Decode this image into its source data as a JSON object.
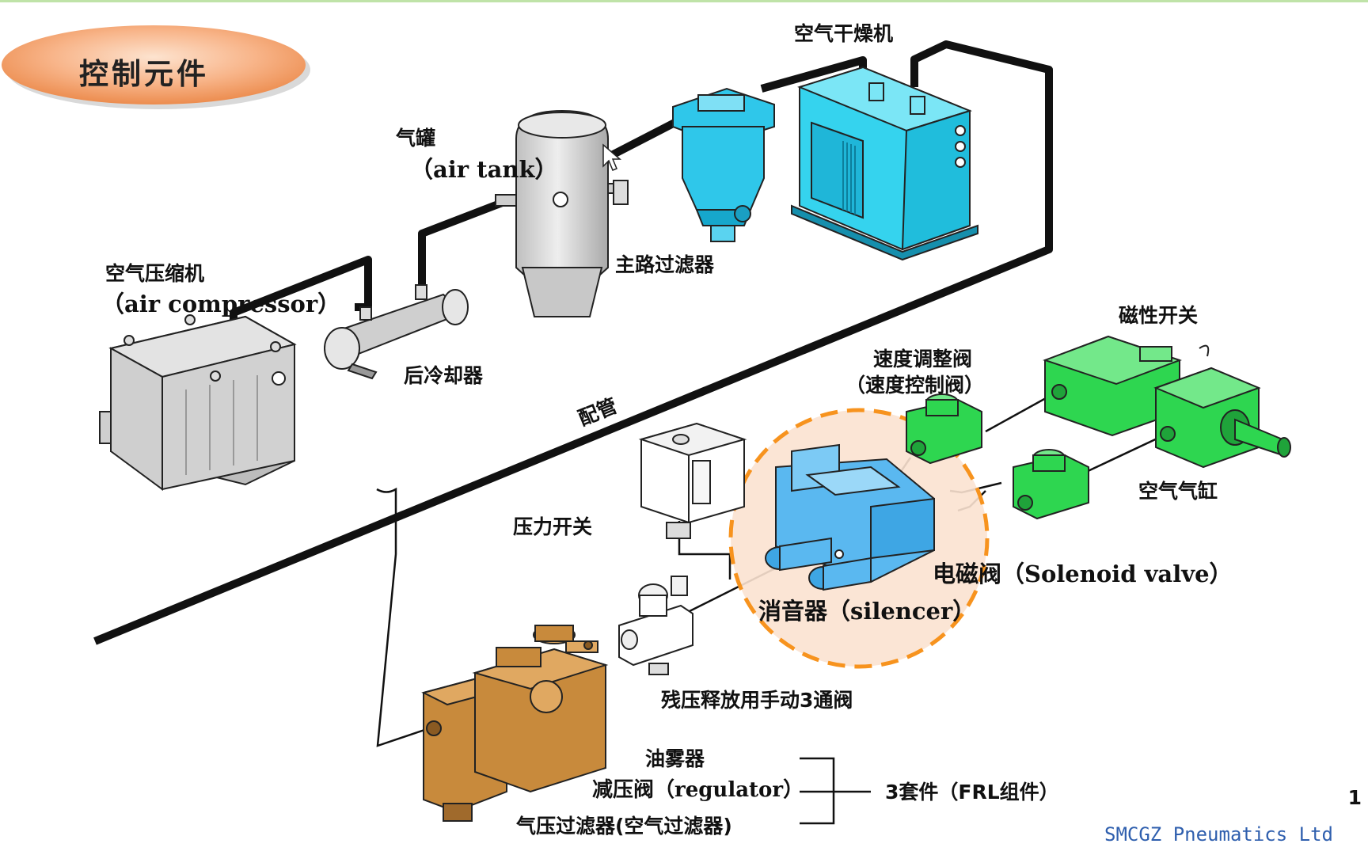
{
  "title": "控制元件",
  "labels": {
    "air_dryer": "空气干燥机",
    "air_tank_cn": "气罐",
    "air_tank_en": "（air tank）",
    "main_filter": "主路过滤器",
    "compressor_cn": "空气压缩机",
    "compressor_en": "（air compressor）",
    "aftercooler": "后冷却器",
    "piping": "配管",
    "magnetic_switch": "磁性开关",
    "speed_valve_1": "速度调整阀",
    "speed_valve_2": "（速度控制阀）",
    "air_cylinder": "空气气缸",
    "pressure_switch": "压力开关",
    "solenoid_valve": "电磁阀（Solenoid valve）",
    "silencer": "消音器（silencer）",
    "manual_valve": "残压释放用手动3通阀",
    "lubricator": "油雾器",
    "regulator": "减压阀（regulator）",
    "air_filter": "气压过滤器(空气过滤器)",
    "frl": "3套件（FRL组件）"
  },
  "footer": "SMCGZ  Pneumatics  Ltd",
  "page_number": "1",
  "colors": {
    "title_oval": "#f4a36b",
    "dryer": "#35d3ee",
    "filter": "#2fc7ea",
    "solenoid": "#5ab8f0",
    "cylinder": "#2ed650",
    "frl": "#c88a3c",
    "highlight": "#f7931e",
    "footer": "#2f5fae"
  }
}
